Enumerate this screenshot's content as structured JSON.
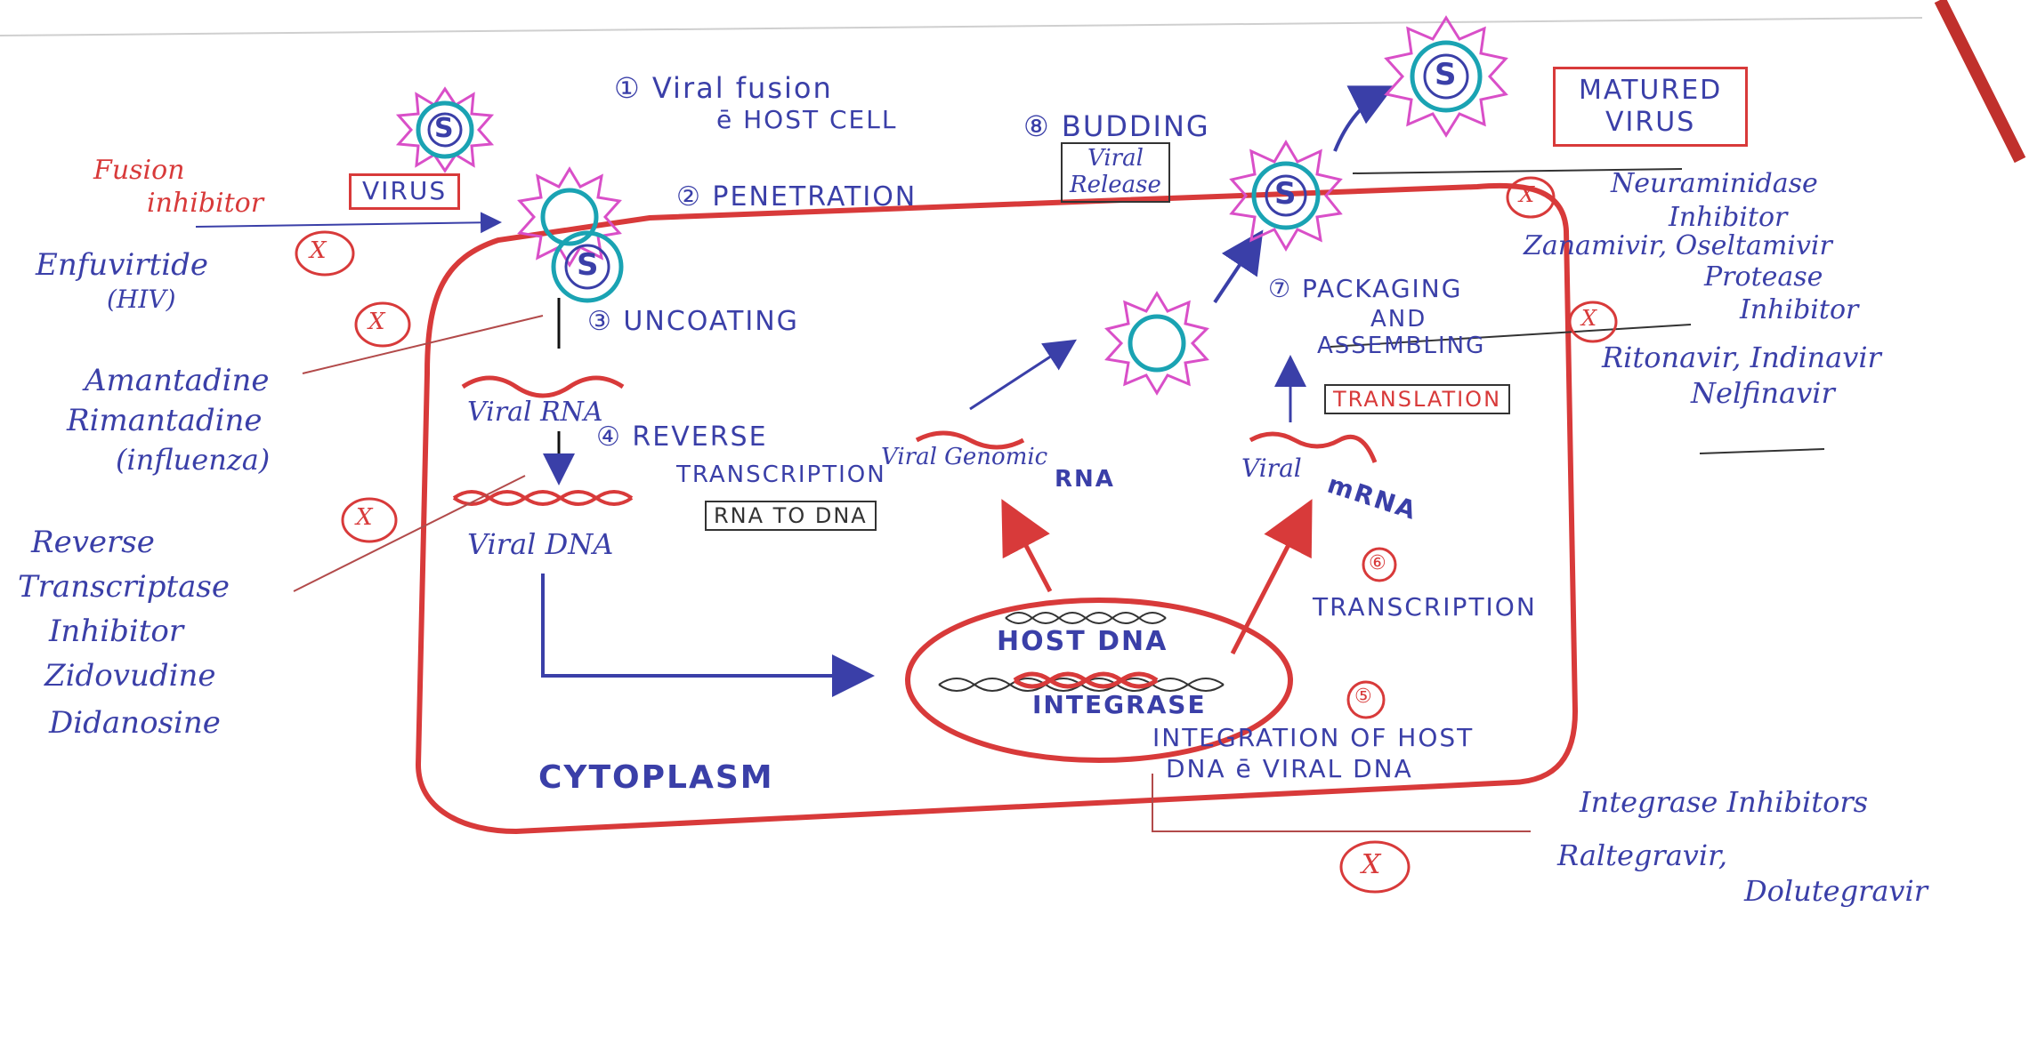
{
  "colors": {
    "red": "#d83a3a",
    "blue": "#3a3fa8",
    "pink": "#d94fc8",
    "teal": "#1aa3b3"
  },
  "labels": {
    "step1_a": "① Viral fusion",
    "step1_b": "ē HOST CELL",
    "virus_box": "VIRUS",
    "step2": "② PENETRATION",
    "step3": "③ UNCOATING",
    "viral_rna": "Viral RNA",
    "step4": "④ REVERSE",
    "transcription": "TRANSCRIPTION",
    "rna_to_dna": "RNA TO DNA",
    "viral_dna": "Viral DNA",
    "viral_genomic": "Viral Genomic",
    "rna": "RNA",
    "host_dna": "HOST DNA",
    "integrase": "INTEGRASE",
    "step5": "⑤",
    "integration_a": "INTEGRATION OF HOST",
    "integration_b": "DNA ē VIRAL DNA",
    "cytoplasm": "CYTOPLASM",
    "step6": "⑥",
    "step6_text": "TRANSCRIPTION",
    "viral_mrna_a": "Viral",
    "viral_mrna_b": "mRNA",
    "translation": "TRANSLATION",
    "step7_a": "⑦ PACKAGING",
    "step7_b": "AND",
    "step7_c": "ASSEMBLING",
    "step8": "⑧ BUDDING",
    "viral_release_a": "Viral",
    "viral_release_b": "Release",
    "matured_a": "MATURED",
    "matured_b": "VIRUS",
    "s": "S"
  },
  "drugs": {
    "fusion_a": "Fusion",
    "fusion_b": "inhibitor",
    "enfuvirtide": "Enfuvirtide",
    "hiv": "(HIV)",
    "amantadine": "Amantadine",
    "rimantadine": "Rimantadine",
    "influenza": "(influenza)",
    "rt_a": "Reverse",
    "rt_b": "Transcriptase",
    "rt_c": "Inhibitor",
    "zidovudine": "Zidovudine",
    "didanosine": "Didanosine",
    "neuraminidase_a": "Neuraminidase",
    "neuraminidase_b": "Inhibitor",
    "zanamivir": "Zanamivir, Oseltamivir",
    "protease_a": "Protease",
    "protease_b": "Inhibitor",
    "ritonavir": "Ritonavir, Indinavir",
    "nelfinavir": "Nelfinavir",
    "integrase_inh": "Integrase Inhibitors",
    "raltegravir": "Raltegravir,",
    "dolutegravir": "Dolutegravir",
    "x_mark": "X"
  }
}
